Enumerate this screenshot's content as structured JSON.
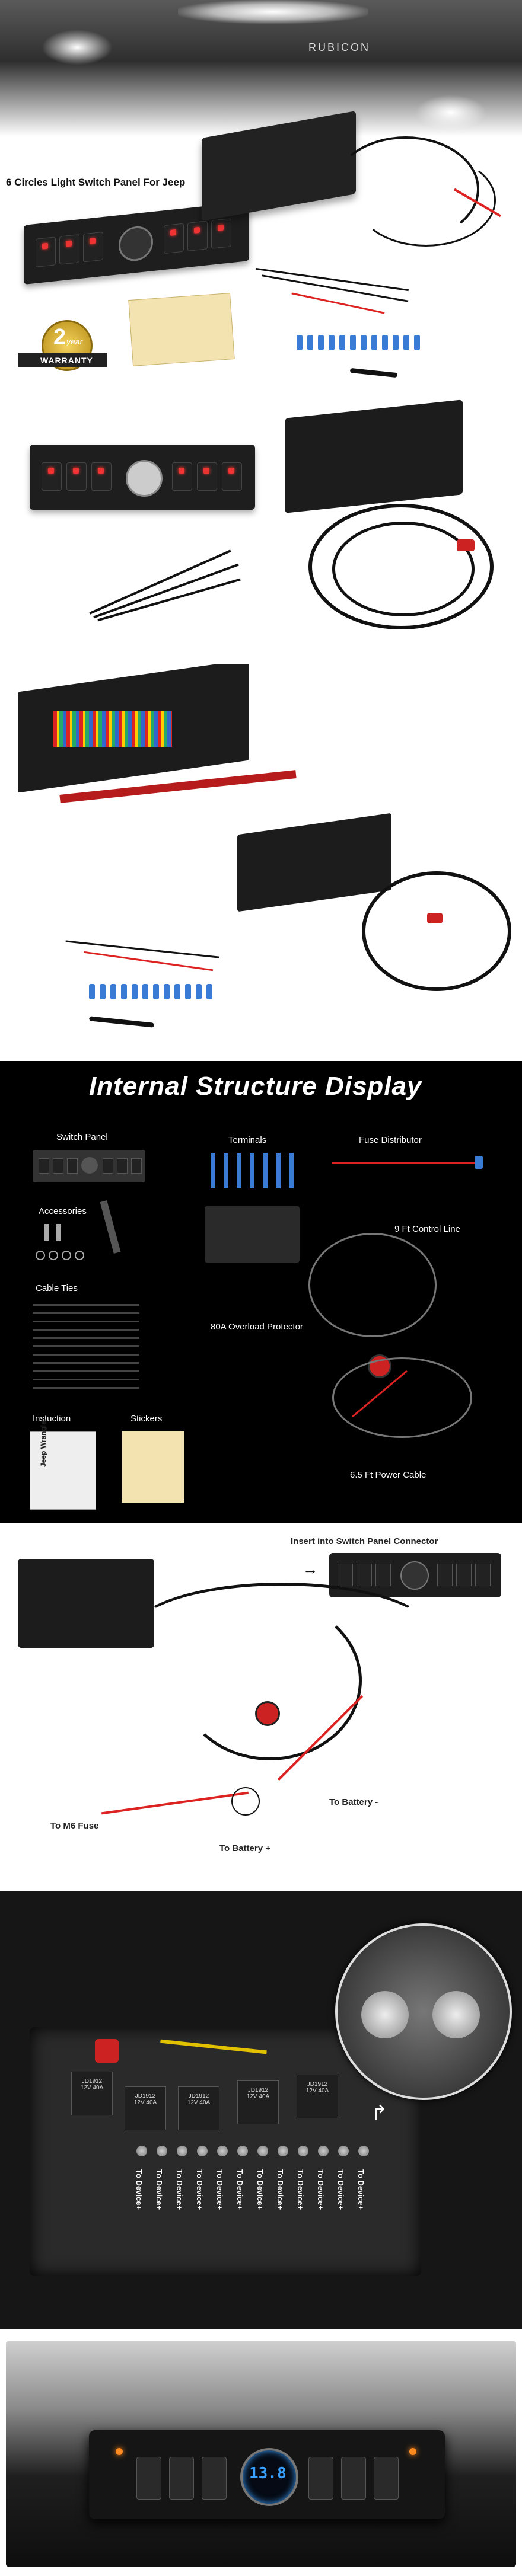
{
  "hero": {
    "title": "6 Circles Light Switch Panel For Jeep",
    "plate_text": "RUBICON",
    "warranty_year": "2",
    "warranty_unit": "year",
    "warranty_label": "WARRANTY"
  },
  "structure": {
    "title": "Internal Structure Display",
    "switch_panel": "Switch Panel",
    "terminals": "Terminals",
    "fuse_distributor": "Fuse Distributor",
    "accessories": "Accessories",
    "control_line": "9 Ft Control Line",
    "cable_ties": "Cable Ties",
    "overload_protector": "80A Overload Protector",
    "instruction": "Instuction",
    "stickers": "Stickers",
    "manual_brand": "Jeep Wrangler",
    "power_cable": "6.5 Ft Power Cable"
  },
  "wiring": {
    "insert_label": "Insert into Switch Panel Connector",
    "battery_minus": "To Battery -",
    "m6_fuse": "To M6 Fuse",
    "battery_plus": "To Battery +"
  },
  "relay_box": {
    "relays": [
      {
        "model": "JD1912",
        "spec": "12V  40A"
      },
      {
        "model": "JD1912",
        "spec": "12V  40A"
      },
      {
        "model": "JD1912",
        "spec": "12V  40A"
      },
      {
        "model": "JD1912",
        "spec": "12V  40A"
      },
      {
        "model": "JD1912",
        "spec": "12V  40A"
      }
    ],
    "device_labels": [
      "To Device+",
      "To Device+",
      "To Device+",
      "To Device+",
      "To Device+",
      "To Device+",
      "To Device+",
      "To Device+",
      "To Device+",
      "To Device+",
      "To Device+",
      "To Device+"
    ]
  },
  "installed": {
    "voltage": "13.8"
  },
  "colors": {
    "accent_red": "#e33333",
    "voltmeter_blue": "#3aa0ff",
    "black_bg": "#000000"
  }
}
